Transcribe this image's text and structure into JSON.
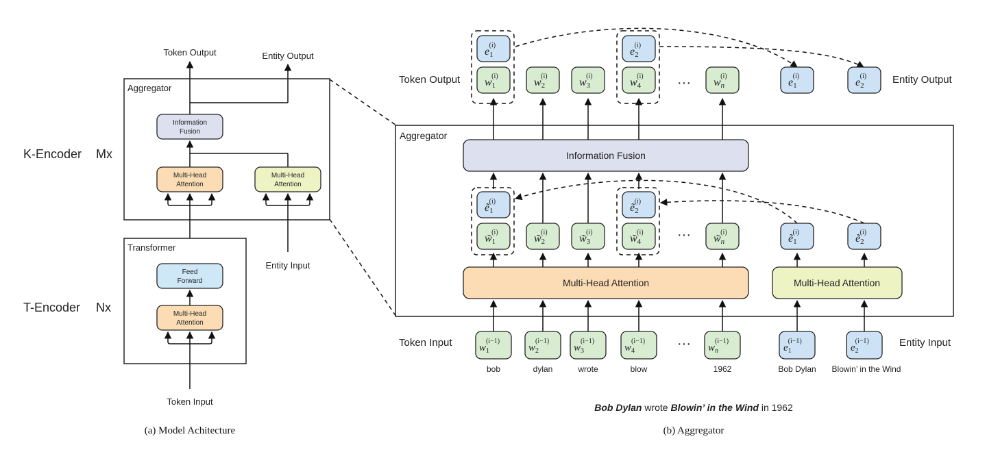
{
  "colors": {
    "orange": "#fbdcb4",
    "yellow": "#eef3c4",
    "lavender": "#dde0ee",
    "blue_ff": "#cfe8f8",
    "green": "#d8ecd1",
    "blue": "#cde3f5"
  },
  "left": {
    "token_output": "Token Output",
    "entity_output": "Entity Output",
    "aggregator": "Aggregator",
    "information": "Information",
    "fusion": "Fusion",
    "multi_head": "Multi-Head",
    "attention": "Attention",
    "k_encoder": "K-Encoder",
    "mx": "Mx",
    "transformer": "Transformer",
    "feed": "Feed",
    "forward": "Forward",
    "t_encoder": "T-Encoder",
    "nx": "Nx",
    "entity_input": "Entity Input",
    "token_input": "Token Input",
    "caption": "(a) Model Achitecture"
  },
  "right": {
    "token_output": "Token Output",
    "entity_output": "Entity Output",
    "aggregator": "Aggregator",
    "information_fusion": "Information Fusion",
    "mha_tokens": "Multi-Head Attention",
    "mha_entities": "Multi-Head Attention",
    "ellipsis": "···",
    "token_input": "Token Input",
    "entity_input": "Entity Input",
    "words": [
      "bob",
      "dylan",
      "wrote",
      "blow",
      "1962"
    ],
    "entity_names": [
      "Bob Dylan",
      "Blowin’ in the Wind"
    ],
    "sentence_e1": "Bob Dylan",
    "sentence_mid": " wrote ",
    "sentence_e2": "Blowin’ in the Wind",
    "sentence_end": " in 1962",
    "caption": "(b) Aggregator"
  },
  "tokens": {
    "out_w": [
      "1",
      "2",
      "3",
      "4",
      "n"
    ],
    "out_w_sup": "(i)",
    "mid_w": [
      "1",
      "2",
      "3",
      "4",
      "n"
    ],
    "in_w": [
      "1",
      "2",
      "3",
      "4",
      "n"
    ],
    "in_sup": "(i−1)",
    "out_e": [
      "1",
      "2"
    ],
    "mid_e": [
      "1",
      "2"
    ],
    "in_e": [
      "1",
      "2"
    ],
    "letter_w": "w",
    "letter_e": "e",
    "letter_wt": "w̃",
    "letter_et": "ẽ"
  }
}
